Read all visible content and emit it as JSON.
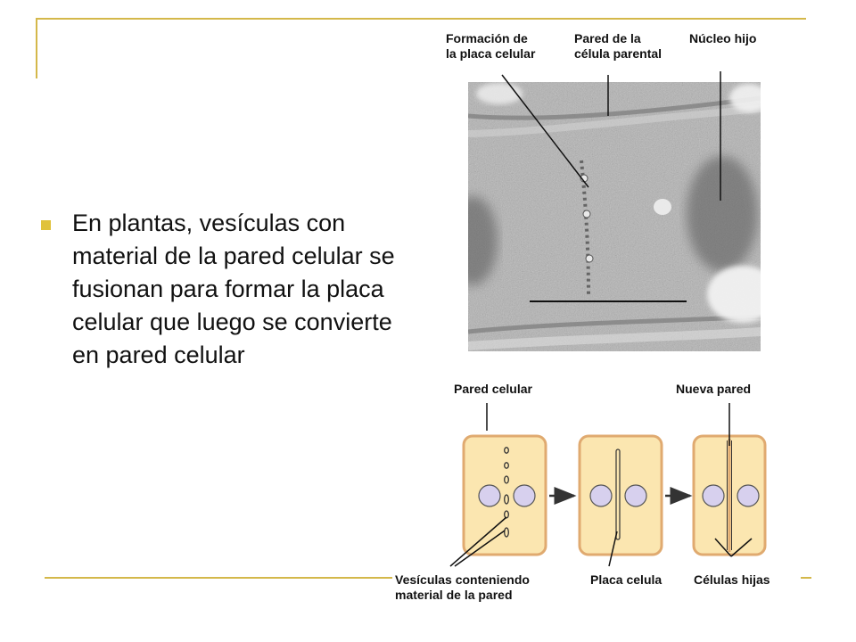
{
  "slide": {
    "bullet_text": "En plantas, vesículas con material de la pared celular se fusionan para formar la placa celular que luego se convierte en pared celular"
  },
  "micrograph": {
    "label_plate": "Formación de\nla placa celular",
    "label_parent_wall": "Pared de la\ncélula parental",
    "label_nucleus": "Núcleo hijo"
  },
  "diagram": {
    "label_cell_wall": "Pared celular",
    "label_new_wall": "Nueva pared",
    "label_vesicles": "Vesículas conteniendo\nmaterial de la pared",
    "label_plate": "Placa celula",
    "label_daughters": "Células hijas"
  },
  "colors": {
    "accent": "#d4b84a",
    "cell_fill": "#fbe6b0",
    "cell_border": "#e0aa70",
    "nucleus_fill": "#d7d0ee"
  }
}
